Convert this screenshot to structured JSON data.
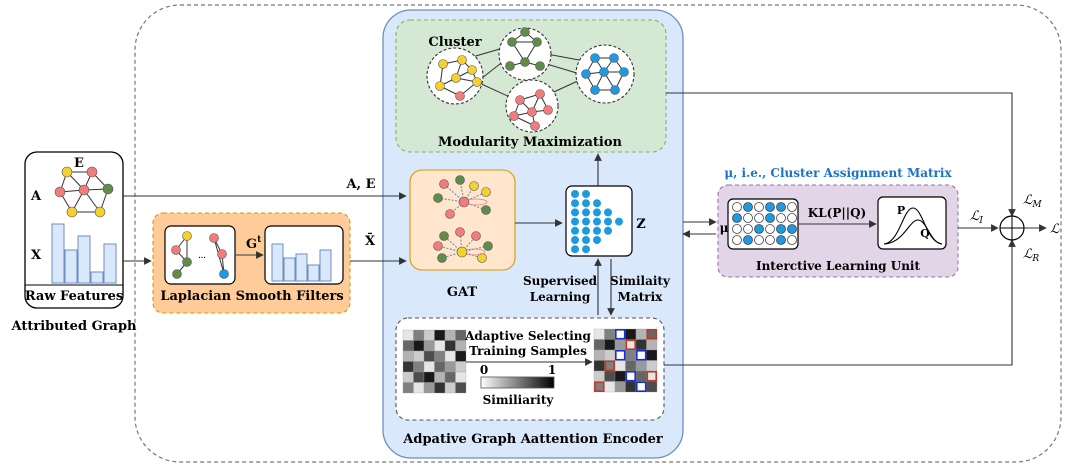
{
  "labels": {
    "attributed_graph": "Attributed Graph",
    "raw_features": "Raw Features",
    "A": "A",
    "E": "E",
    "X": "X",
    "laplacian": "Laplacian Smooth Filters",
    "Gt_G": "G",
    "Gt_t": "t",
    "A_E": "A, E",
    "X_bar": "X̄",
    "GAT": "GAT",
    "cluster": "Cluster",
    "modularity": "Modularity Maximization",
    "Z": "Z",
    "supervised": "Supervised",
    "learning": "Learning",
    "similaity": "Similaity",
    "matrix": "Matrix",
    "adaptive_line1": "Adaptive Selecting",
    "adaptive_line2": "Training Samples",
    "scale_zero": "0",
    "scale_one": "1",
    "similiarity": "Similiarity",
    "encoder": "Adpative Graph Aattention Encoder",
    "mu_title": "μ, i.e., Cluster Assignment Matrix",
    "mu": "μ",
    "kl": "KL(P||Q)",
    "P": "P",
    "Q": "Q",
    "ilu": "Interctive Learning Unit",
    "L_M": "ℒM",
    "L_I": "ℒI",
    "L_R": "ℒR",
    "L": "ℒ"
  },
  "colors": {
    "node_red": "#f07c7c",
    "node_yellow": "#f5d130",
    "node_green": "#5f8c4a",
    "node_blue": "#1f9ae0",
    "encoder_fill": "#dae8fc",
    "encoder_stroke": "#6c8ebf",
    "modularity_fill": "#d5e8d4",
    "laplacian_fill": "#ffcc99",
    "gat_fill": "#ffe6cc",
    "ilu_fill": "#e1d5e7",
    "title_blue": "#1a73c8"
  }
}
